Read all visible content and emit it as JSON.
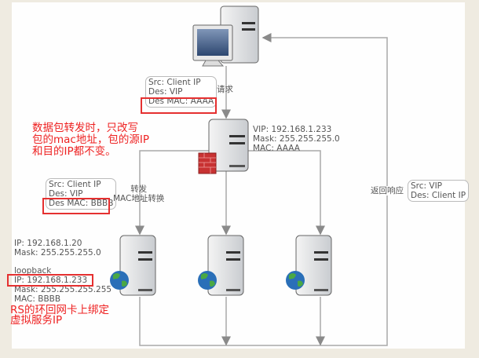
{
  "request_packet": {
    "src": "Src: Client IP",
    "des": "Des: VIP",
    "des_mac": "Des MAC: AAAA"
  },
  "request_label": "请求",
  "lb_info": {
    "vip": "VIP: 192.168.1.233",
    "mask": "Mask: 255.255.255.0",
    "mac": "MAC: AAAA"
  },
  "note_forward": [
    "数据包转发时，只改写",
    "包的mac地址，包的源IP",
    "和目的IP都不变。"
  ],
  "forward_packet": {
    "src": "Src: Client IP",
    "des": "Des: VIP",
    "des_mac": "Des MAC: BBBB"
  },
  "forward_label": [
    "转发",
    "MAC地址转换"
  ],
  "response_label": "返回响应",
  "response_packet": {
    "src": "Src: VIP",
    "des": "Des: Client IP"
  },
  "rs_info": {
    "ip": "IP: 192.168.1.20",
    "mask": "Mask: 255.255.255.0",
    "loopback": "loopback",
    "lo_ip": "IP: 192.168.1.233",
    "lo_mask": "Mask: 255.255.255.255",
    "mac": "MAC: BBBB"
  },
  "note_rs": [
    "RS的环回网卡上绑定",
    "虚拟服务IP"
  ],
  "colors": {
    "highlight": "#e53030",
    "note": "#ee2222",
    "line": "#a9a9a9",
    "firewall": "#c83232",
    "globe": "#2a6fb8"
  }
}
